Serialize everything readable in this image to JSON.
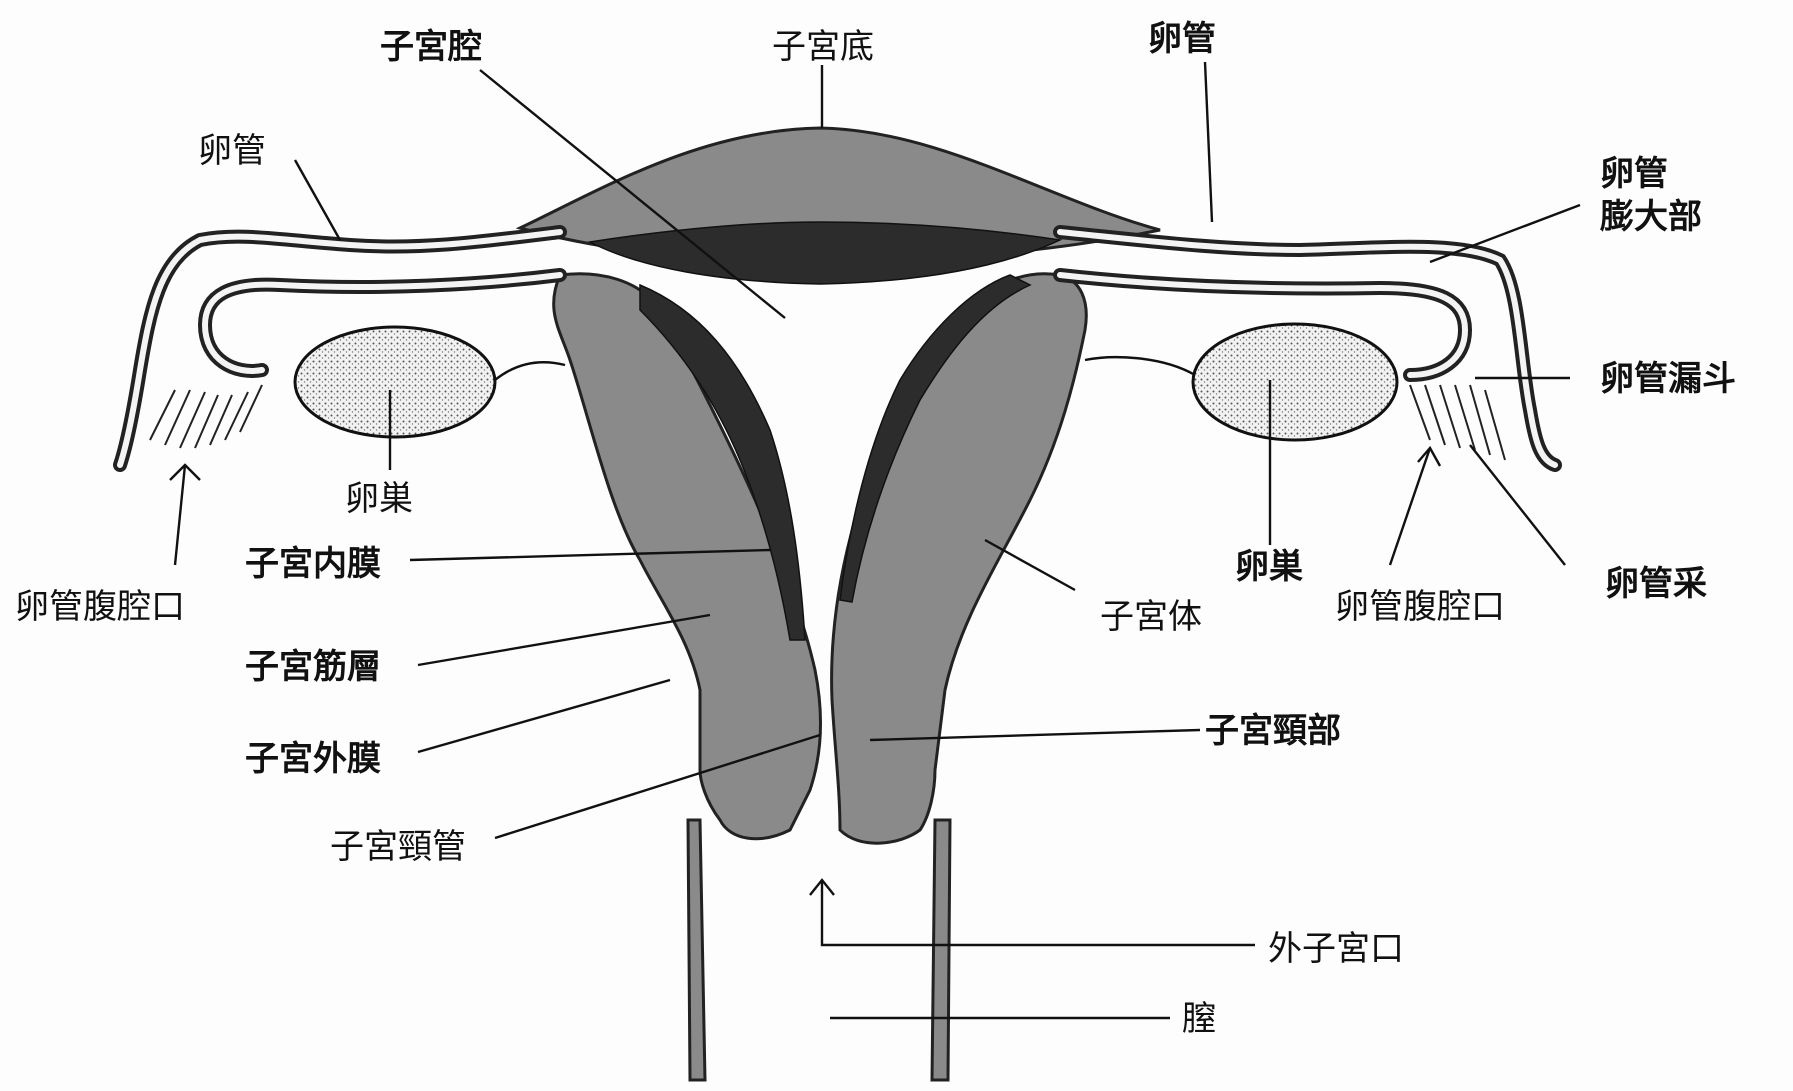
{
  "labels": {
    "uterine_cavity": "子宮腔",
    "fundus": "子宮底",
    "tube_top_right": "卵管",
    "tube_left": "卵管",
    "ampulla_line1": "卵管",
    "ampulla_line2": "膨大部",
    "infundibulum": "卵管漏斗",
    "fimbriae": "卵管采",
    "ostium_left": "卵管腹腔口",
    "ostium_right": "卵管腹腔口",
    "ovary_left": "卵巣",
    "ovary_right": "卵巣",
    "endometrium": "子宮内膜",
    "myometrium": "子宮筋層",
    "perimetrium": "子宮外膜",
    "cervical_canal": "子宮頸管",
    "uterine_body": "子宮体",
    "cervix": "子宮頸部",
    "external_os": "外子宮口",
    "vagina": "膣"
  }
}
